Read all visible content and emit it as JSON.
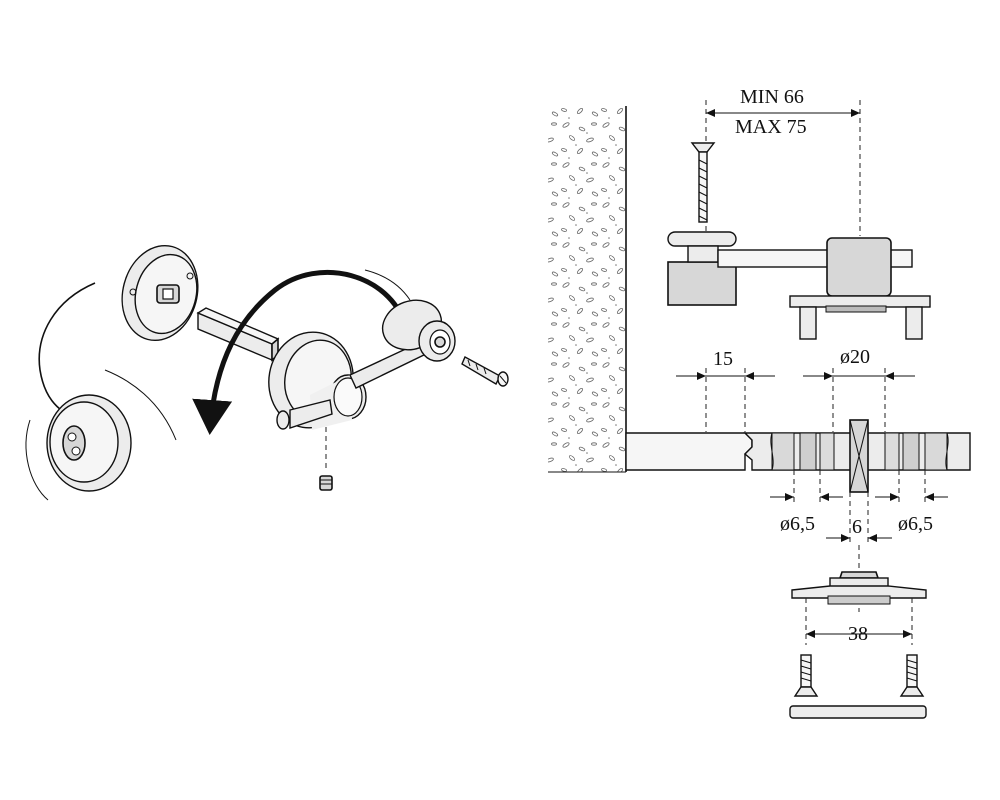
{
  "dimensions": {
    "center_distance_min": "MIN 66",
    "center_distance_max": "MAX 75",
    "edge_offset": "15",
    "rosette_diameter": "ø20",
    "hole_left": "ø6,5",
    "hole_right": "ø6,5",
    "spindle": "6",
    "screw_spacing": "38"
  },
  "colors": {
    "line": "#111111",
    "part_fill": "#d7d7d7",
    "wall_fill": "#ffffff"
  }
}
